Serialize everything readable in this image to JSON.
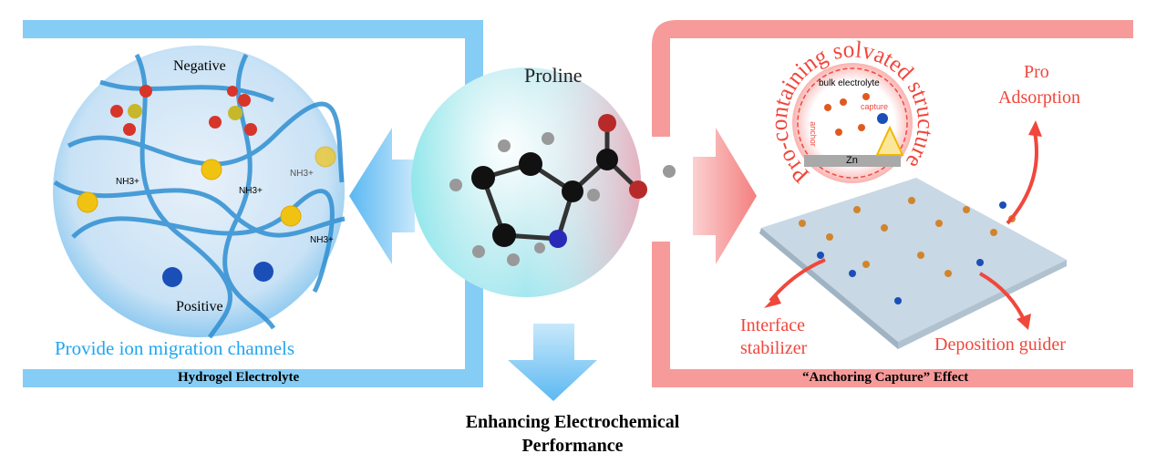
{
  "left_panel": {
    "negative_label": "Negative",
    "positive_label": "Positive",
    "nh3_label": "NH3+",
    "caption": "Provide ion migration channels",
    "footer": "Hydrogel Electrolyte"
  },
  "center": {
    "molecule_label": "Proline",
    "bottom_caption_line1": "Enhancing Electrochemical",
    "bottom_caption_line2": "Performance"
  },
  "right_panel": {
    "arc_title": "Pro-containing solvated structure",
    "bulk_label": "bulk electrolyte",
    "capture_label": "capture",
    "anchor_label": "anchor",
    "zn_label": "Zn",
    "adsorption_line1": "Pro",
    "adsorption_line2": "Adsorption",
    "interface_line1": "Interface",
    "interface_line2": "stabilizer",
    "deposition_label": "Deposition guider",
    "footer": "“Anchoring Capture” Effect"
  },
  "colors": {
    "blue_frame": "#86cdf6",
    "red_frame": "#f79a9a",
    "blue_text": "#1ea6f2",
    "red_text": "#f0473c"
  }
}
